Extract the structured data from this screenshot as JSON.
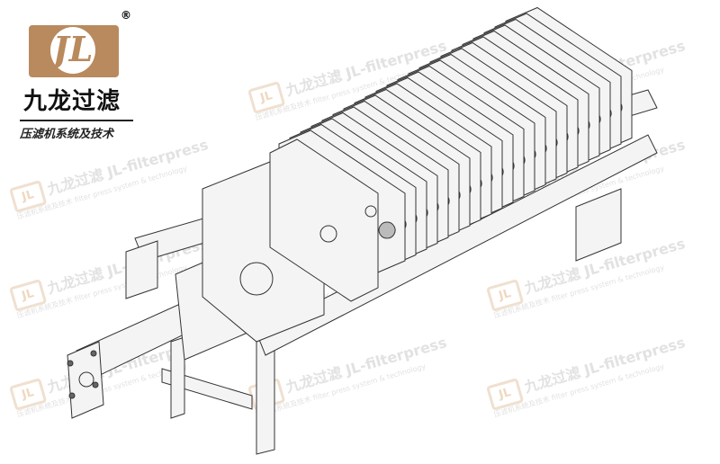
{
  "brand": {
    "logo_letters": "JL",
    "registered": "®",
    "name_cn": "九龙过滤",
    "subtitle_cn": "压滤机系统及技术"
  },
  "watermark": {
    "name_cn": "九龙过滤",
    "name_en": "JL-filterpress",
    "subtitle_cn": "压滤机系统及技术",
    "subtitle_en": "filter press system & technology"
  },
  "illustration": {
    "subject": "filter-press",
    "plate_count": 22,
    "line_color": "#333333",
    "fill_color": "#f4f4f4",
    "brand_color": "#b98a5e"
  }
}
